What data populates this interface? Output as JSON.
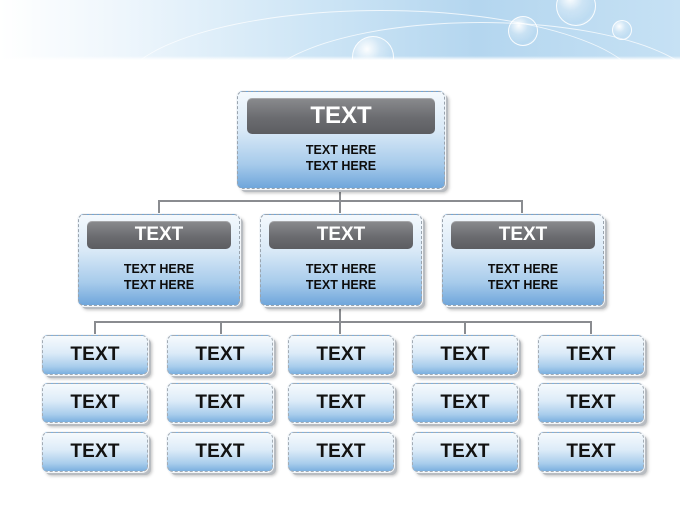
{
  "root": {
    "title": "TEXT",
    "line1": "TEXT HERE",
    "line2": "TEXT HERE"
  },
  "level2": [
    {
      "title": "TEXT",
      "line1": "TEXT HERE",
      "line2": "TEXT HERE"
    },
    {
      "title": "TEXT",
      "line1": "TEXT HERE",
      "line2": "TEXT HERE"
    },
    {
      "title": "TEXT",
      "line1": "TEXT HERE",
      "line2": "TEXT HERE"
    }
  ],
  "level3": [
    [
      "TEXT",
      "TEXT",
      "TEXT",
      "TEXT",
      "TEXT"
    ],
    [
      "TEXT",
      "TEXT",
      "TEXT",
      "TEXT",
      "TEXT"
    ],
    [
      "TEXT",
      "TEXT",
      "TEXT",
      "TEXT",
      "TEXT"
    ]
  ],
  "colors": {
    "title_bar": "#6b6c70",
    "box_top": "#f4f9fd",
    "box_bottom": "#6fa6db",
    "connector": "#8a8c90"
  }
}
